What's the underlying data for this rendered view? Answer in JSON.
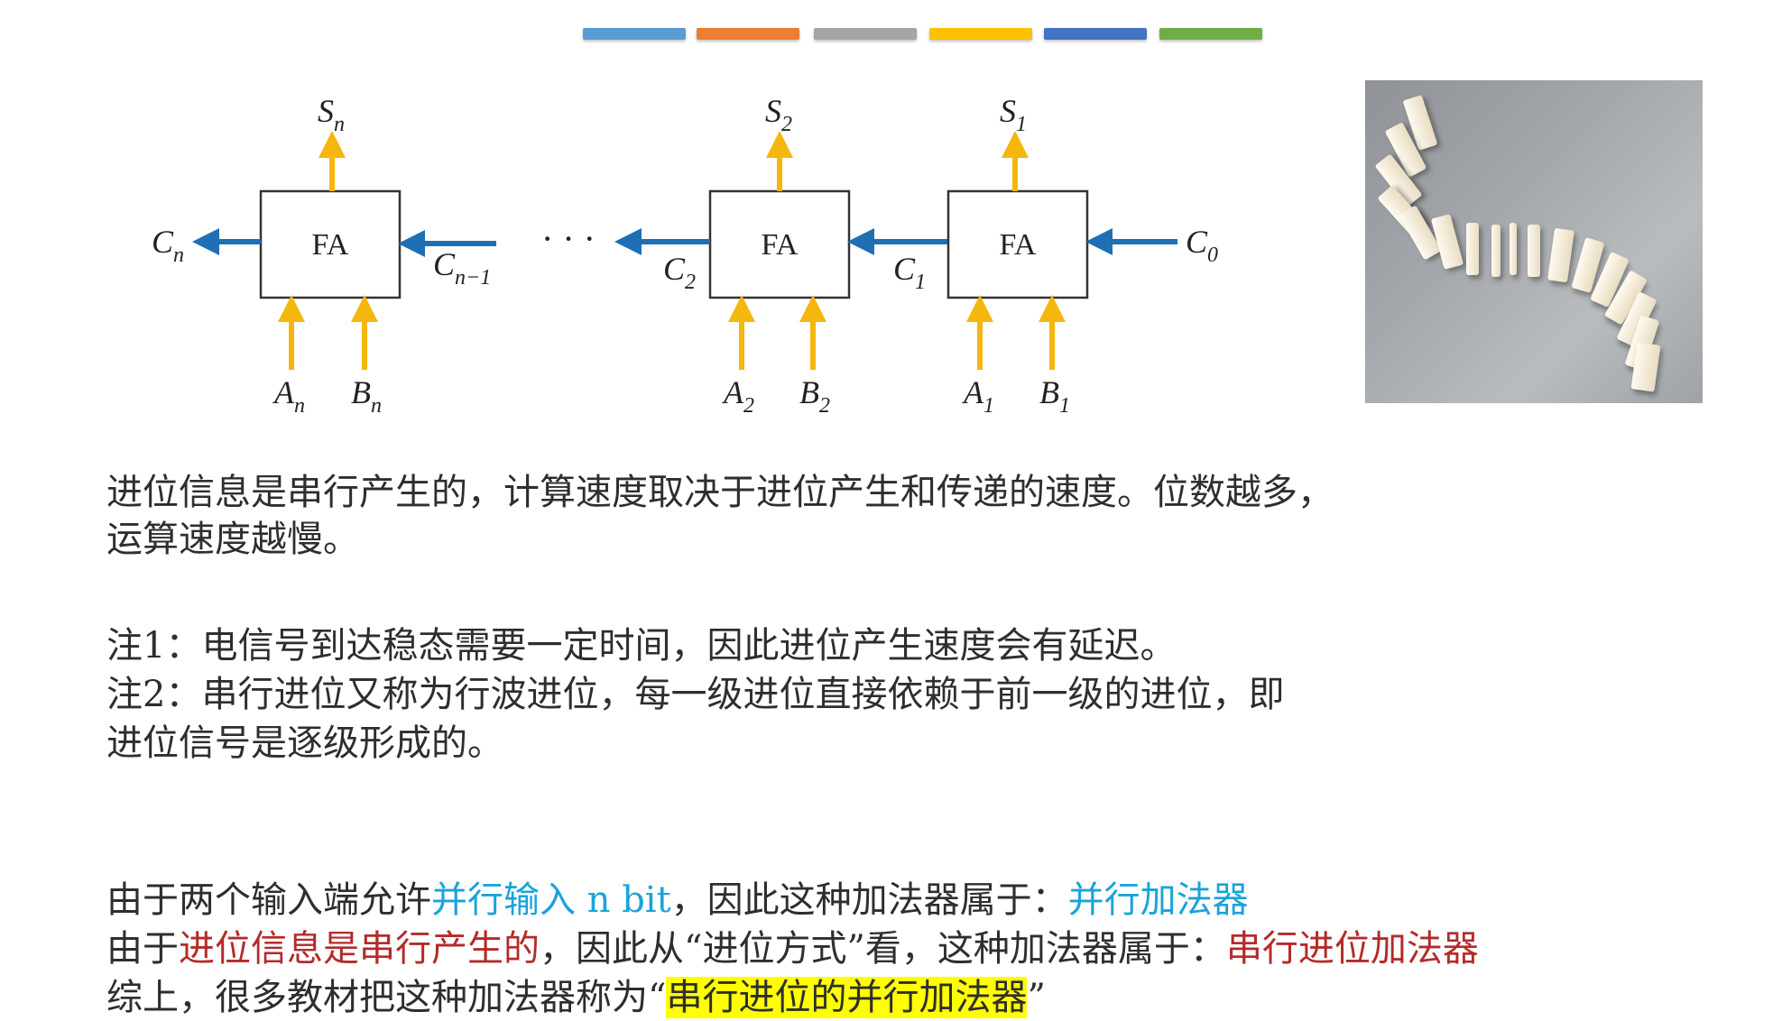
{
  "color_bars": [
    "#5b9bd5",
    "#ed7d31",
    "#a5a5a5",
    "#ffc000",
    "#4472c4",
    "#70ad47"
  ],
  "diagram": {
    "blocks": [
      {
        "label": "FA",
        "sum": {
          "main": "S",
          "sub": "n"
        },
        "a": {
          "main": "A",
          "sub": "n"
        },
        "b": {
          "main": "B",
          "sub": "n"
        }
      },
      {
        "label": "FA",
        "sum": {
          "main": "S",
          "sub": "2"
        },
        "a": {
          "main": "A",
          "sub": "2"
        },
        "b": {
          "main": "B",
          "sub": "2"
        }
      },
      {
        "label": "FA",
        "sum": {
          "main": "S",
          "sub": "1"
        },
        "a": {
          "main": "A",
          "sub": "1"
        },
        "b": {
          "main": "B",
          "sub": "1"
        }
      }
    ],
    "carries": {
      "cn": {
        "main": "C",
        "sub": "n"
      },
      "cn1": {
        "main": "C",
        "sub": "n−1"
      },
      "c2": {
        "main": "C",
        "sub": "2"
      },
      "c1": {
        "main": "C",
        "sub": "1"
      },
      "c0": {
        "main": "C",
        "sub": "0"
      }
    },
    "ellipsis": "· · ·",
    "colors": {
      "input_arrow": "#f5b60d",
      "carry_arrow": "#1f6fb5"
    }
  },
  "text": {
    "p1_line1": "进位信息是串行产生的，计算速度取决于进位产生和传递的速度。位数越多，",
    "p1_line2": "运算速度越慢。",
    "note1": "注1：电信号到达稳态需要一定时间，因此进位产生速度会有延迟。",
    "note2_line1": "注2：串行进位又称为行波进位，每一级进位直接依赖于前一级的进位，即",
    "note2_line2": "进位信号是逐级形成的。",
    "s1_a": "由于两个输入端允许",
    "s1_b": "并行输入 n bit",
    "s1_c": "，因此这种加法器属于：",
    "s1_d": "并行加法器",
    "s2_a": "由于",
    "s2_b": "进位信息是串行产生的",
    "s2_c": "，因此从“进位方式”看，这种加法器属于：",
    "s2_d": "串行进位加法器",
    "s3_a": "综上，很多教材把这种加法器称为“",
    "s3_b": "串行进位的并行加法器",
    "s3_c": "”"
  }
}
